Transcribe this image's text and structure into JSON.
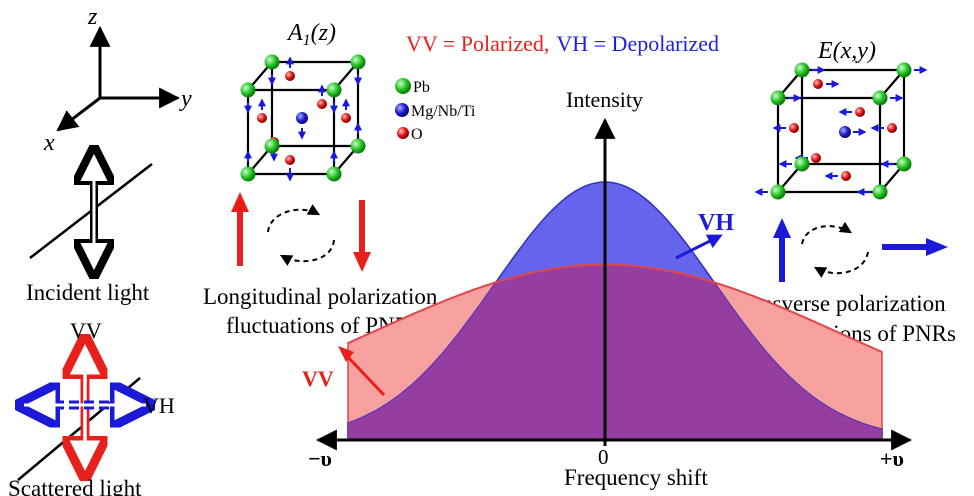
{
  "axes_3d": {
    "z": "z",
    "y": "y",
    "x": "x"
  },
  "title": {
    "vv_part": "VV = Polarized,",
    "vh_part": "VH = Depolarized",
    "vv_color": "#e8201c",
    "vh_color": "#2020e0"
  },
  "mode_a1": {
    "label": "A",
    "sub": "1",
    "arg": "(z)"
  },
  "mode_e": {
    "label": "E(x,y)"
  },
  "legend": [
    {
      "label": "Pb",
      "color": "#22c022"
    },
    {
      "label": "Mg/Nb/Ti",
      "color": "#1a1ad0"
    },
    {
      "label": "O",
      "color": "#e01010"
    }
  ],
  "captions": {
    "incident": "Incident light",
    "scattered": "Scattered light",
    "vv_small": "VV",
    "vh_small": "VH",
    "long_line1": "Longitudinal polarization",
    "long_line2": "fluctuations of PNRs",
    "trans_line1": "Transverse polarization",
    "trans_line2": "fluctuations of PNRs"
  },
  "plot": {
    "ylabel": "Intensity",
    "xlabel": "Frequency shift",
    "xmin_label": "−υ",
    "xmax_label": "+υ",
    "zero_label": "0",
    "vh_tag": "VH",
    "vv_tag": "VV",
    "xrange": [
      -1,
      1
    ],
    "vh_curve": {
      "name": "VH",
      "amplitude": 1.0,
      "width": 0.42,
      "baseline": 0.0,
      "color": "#4a4ae8"
    },
    "vv_curve": {
      "name": "VV",
      "amplitude": 0.68,
      "width": 0.9,
      "baseline": 0.0,
      "color": "#e04848"
    }
  },
  "colors": {
    "red": "#e8201c",
    "blue": "#1a1ad8",
    "green": "#22c022"
  }
}
